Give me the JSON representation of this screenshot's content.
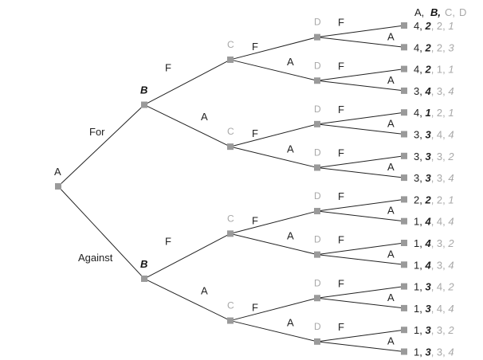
{
  "root": {
    "label": "A",
    "edges": [
      "For",
      "Against"
    ]
  },
  "level_b": {
    "label": "B",
    "edges": [
      "F",
      "A"
    ]
  },
  "level_c": {
    "label": "C",
    "edges": [
      "F",
      "A"
    ]
  },
  "level_d": {
    "label": "D",
    "edges": [
      "F",
      "A"
    ]
  },
  "header": {
    "a": "A,",
    "b": "B,",
    "c": "C,",
    "d": "D"
  },
  "payoffs": [
    [
      "4",
      "2",
      "2",
      "1"
    ],
    [
      "4",
      "2",
      "2",
      "3"
    ],
    [
      "4",
      "2",
      "1",
      "1"
    ],
    [
      "3",
      "4",
      "3",
      "4"
    ],
    [
      "4",
      "1",
      "2",
      "1"
    ],
    [
      "3",
      "3",
      "4",
      "4"
    ],
    [
      "3",
      "3",
      "3",
      "2"
    ],
    [
      "3",
      "3",
      "3",
      "4"
    ],
    [
      "2",
      "2",
      "2",
      "1"
    ],
    [
      "1",
      "4",
      "4",
      "4"
    ],
    [
      "1",
      "4",
      "3",
      "2"
    ],
    [
      "1",
      "4",
      "3",
      "4"
    ],
    [
      "1",
      "3",
      "4",
      "2"
    ],
    [
      "1",
      "3",
      "4",
      "4"
    ],
    [
      "1",
      "3",
      "3",
      "2"
    ],
    [
      "1",
      "3",
      "3",
      "4"
    ]
  ],
  "colors": {
    "line": "#222222",
    "node": "#9a9a9a",
    "muted": "#a8a8a8",
    "text": "#222222"
  }
}
